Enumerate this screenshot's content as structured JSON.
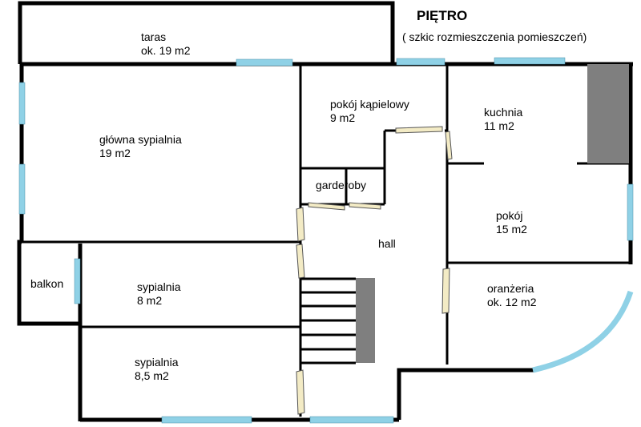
{
  "title": "PIĘTRO",
  "subtitle": "( szkic rozmieszczenia pomieszczeń)",
  "colors": {
    "wall": "#000000",
    "window": "#8fd1e6",
    "door": "#f3ebc5",
    "stairs_fill": "#7f7f7f"
  },
  "rooms": {
    "taras": {
      "name": "taras",
      "area": "ok. 19 m2"
    },
    "glowna_sypialnia": {
      "name": "główna sypialnia",
      "area": "19 m2"
    },
    "lazienka": {
      "name": "pokój kąpielowy",
      "area": "9 m2"
    },
    "kuchnia": {
      "name": "kuchnia",
      "area": "11 m2"
    },
    "garderoby": {
      "name": "garderoby"
    },
    "hall": {
      "name": "hall"
    },
    "pokoj": {
      "name": "pokój",
      "area": "15 m2"
    },
    "balkon": {
      "name": "balkon"
    },
    "sypialnia1": {
      "name": "sypialnia",
      "area": "8 m2"
    },
    "oranzeria": {
      "name": "oranżeria",
      "area": "ok. 12 m2"
    },
    "sypialnia2": {
      "name": "sypialnia",
      "area": "8,5 m2"
    }
  }
}
